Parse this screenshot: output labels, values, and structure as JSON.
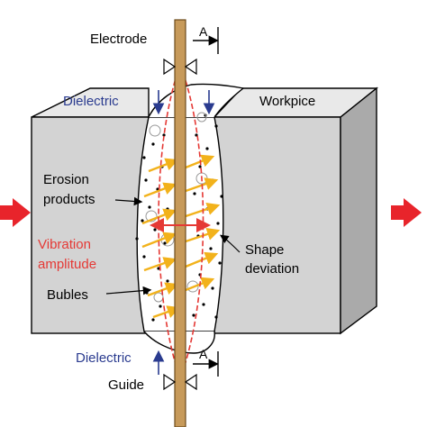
{
  "labels": {
    "electrode": "Electrode",
    "section_top": "A",
    "section_bottom": "A",
    "dielectric_top": "Dielectric",
    "workpiece": "Workpice",
    "erosion_line1": "Erosion",
    "erosion_line2": "products",
    "vibration_line1": "Vibration",
    "vibration_line2": "amplitude",
    "shape_line1": "Shape",
    "shape_line2": "deviation",
    "bubbles": "Bubles",
    "dielectric_bottom": "Dielectric",
    "guide": "Guide"
  },
  "colors": {
    "block_front": "#d3d3d3",
    "block_top": "#e9e9e9",
    "block_side": "#aaaaaa",
    "electrode": "#c79a5a",
    "vibration": "#e53935",
    "dielectric": "#2a3b8f",
    "feed_arrow": "#e8242b",
    "flow_arrow": "#f2b21b"
  }
}
